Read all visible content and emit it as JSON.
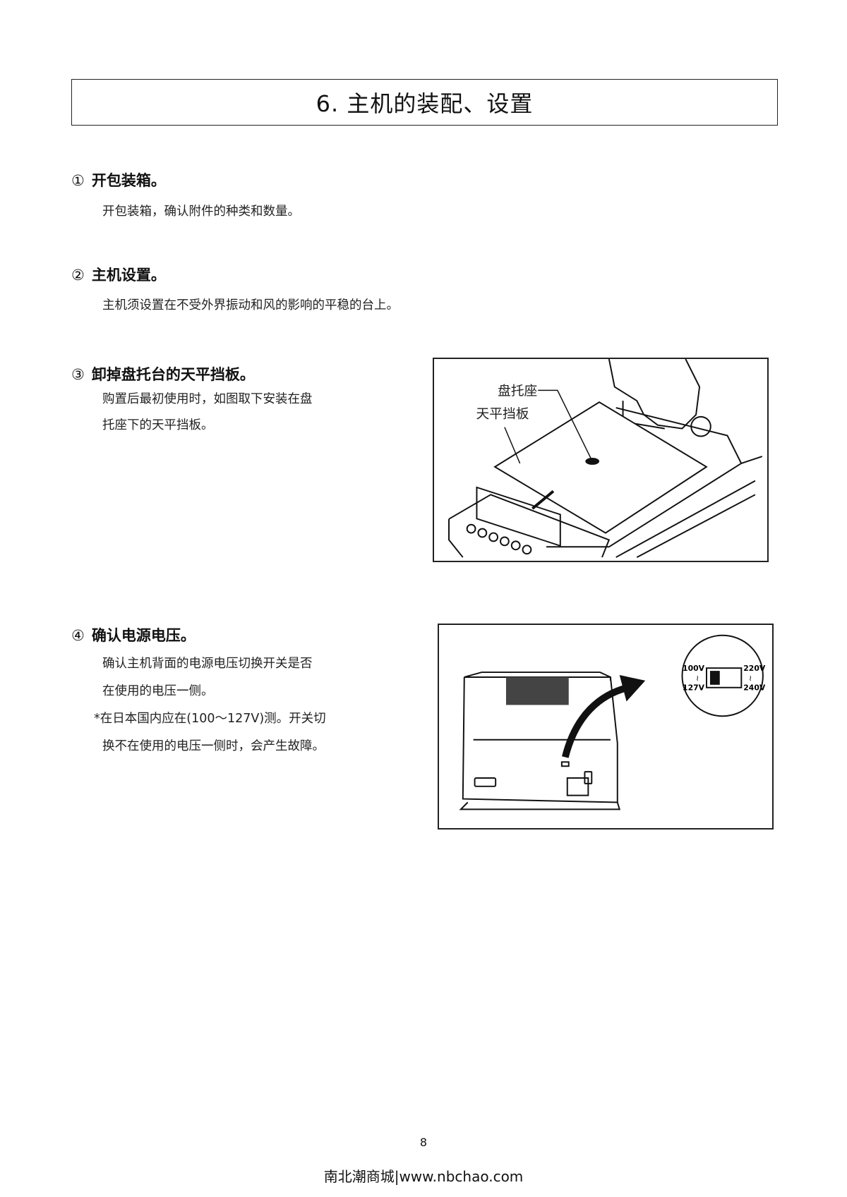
{
  "title": "6. 主机的装配、设置",
  "sections": [
    {
      "num": "①",
      "heading": "开包装箱。",
      "lines": [
        "开包装箱，确认附件的种类和数量。"
      ]
    },
    {
      "num": "②",
      "heading": "主机设置。",
      "lines": [
        "主机须设置在不受外界振动和风的影响的平稳的台上。"
      ]
    },
    {
      "num": "③",
      "heading": "卸掉盘托台的天平挡板。",
      "lines": [
        "购置后最初使用时，如图取下安装在盘",
        "托座下的天平挡板。"
      ]
    },
    {
      "num": "④",
      "heading": "确认电源电压。",
      "lines": [
        "确认主机背面的电源电压切换开关是否",
        "在使用的电压一侧。",
        "*在日本国内应在(100～127V)测。开关切",
        "换不在使用的电压一侧时，会产生故障。"
      ]
    }
  ],
  "figure1": {
    "label_pan_base": "盘托座",
    "label_shield": "天平挡板"
  },
  "figure2": {
    "v100": "100V",
    "v127": "127V",
    "v220": "220V",
    "v240": "240V",
    "range_sym": "≀"
  },
  "page_number": "8",
  "footer": "南北潮商城|www.nbchao.com"
}
